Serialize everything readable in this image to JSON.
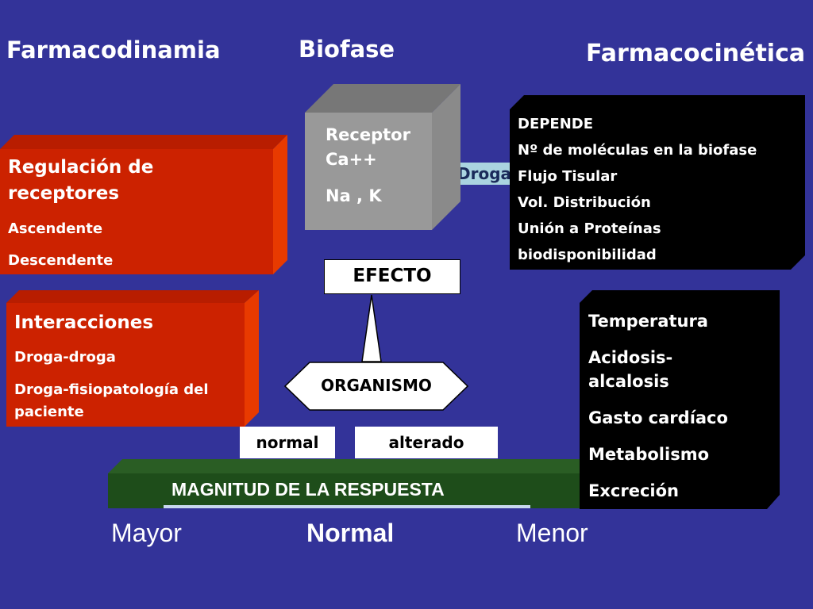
{
  "colors": {
    "background": "#333399",
    "red_box": "#cc2200",
    "red_box_top": "#b81d00",
    "red_box_side": "#e83a00",
    "black_box": "#000000",
    "cube_front": "#999999",
    "cube_top": "#777777",
    "cube_side": "#8a8a8a",
    "green_bar": "#1e4d1a",
    "green_bar_top": "#2a5d24",
    "droga_tag": "#aad4e0"
  },
  "headings": {
    "farmacodinamia": "Farmacodinamia",
    "biofase": "Biofase",
    "farmacocinetica": "Farmacocinética"
  },
  "regulacion": {
    "title_line1": "Regulación de",
    "title_line2": "receptores",
    "items": [
      "Ascendente",
      "Descendente"
    ]
  },
  "interacciones": {
    "title": "Interacciones",
    "items": [
      "Droga-droga",
      "Droga-fisiopatología del",
      "paciente"
    ]
  },
  "biofase_cube": {
    "line1": "Receptor",
    "line2": "Ca++",
    "line3": "Na , K"
  },
  "droga_tag": "Droga",
  "depende": {
    "lines": [
      "DEPENDE",
      "Nº de moléculas en la biofase",
      "Flujo Tisular",
      "Vol. Distribución",
      "Unión a Proteínas",
      "biodisponibilidad"
    ]
  },
  "factores": {
    "items": [
      "Temperatura",
      "Acidosis-",
      "alcalosis",
      "Gasto cardíaco",
      "Metabolismo",
      "Excreción"
    ]
  },
  "efecto": "EFECTO",
  "organismo": "ORGANISMO",
  "normal_box": "normal",
  "alterado_box": "alterado",
  "magnitud": "MAGNITUD DE LA RESPUESTA",
  "bottom": {
    "mayor": "Mayor",
    "normal": "Normal",
    "menor": "Menor"
  }
}
